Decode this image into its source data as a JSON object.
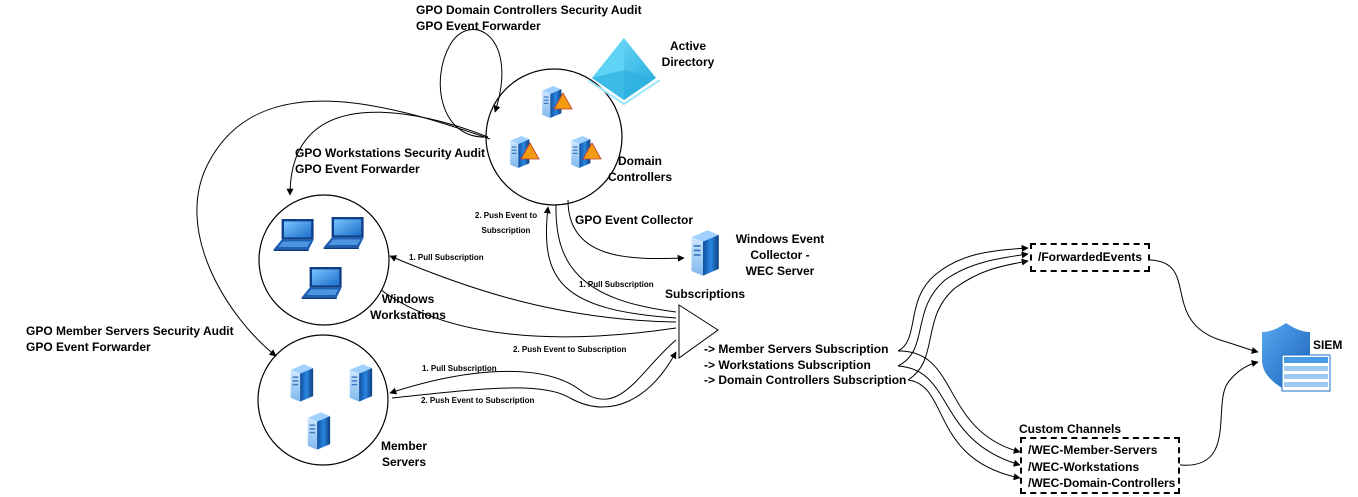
{
  "labels": {
    "gpo_dc_line1": "GPO Domain Controllers Security Audit",
    "gpo_dc_line2": "GPO Event Forwarder",
    "active_directory_line1": "Active",
    "active_directory_line2": "Directory",
    "gpo_ws_line1": "GPO Workstations Security Audit",
    "gpo_ws_line2": "GPO Event Forwarder",
    "domain_controllers_line1": "Domain",
    "domain_controllers_line2": "Controllers",
    "gpo_event_collector": "GPO Event Collector",
    "wec_line1": "Windows Event",
    "wec_line2": "Collector  -",
    "wec_line3": "WEC Server",
    "windows_workstations_line1": "Windows",
    "windows_workstations_line2": "Workstations",
    "subscriptions": "Subscriptions",
    "gpo_ms_line1": "GPO Member Servers Security Audit",
    "gpo_ms_line2": "GPO Event Forwarder",
    "member_servers_line1": "Member",
    "member_servers_line2": "Servers",
    "sub_member_servers": "-> Member Servers Subscription",
    "sub_workstations": "-> Workstations Subscription",
    "sub_domain_controllers": "-> Domain Controllers Subscription",
    "custom_channels": "Custom Channels",
    "siem": "SIEM"
  },
  "edge_labels": {
    "push_dc_line1": "2. Push Event to",
    "push_dc_line2": "Subscription",
    "pull_ws": "1. Pull Subscription",
    "pull_dc": "1. Pull Subscription",
    "push_ws": "2. Push Event to Subscription",
    "pull_ms": "1. Pull Subscription",
    "push_ms": "2. Push Event to Subscription"
  },
  "channels": {
    "forwarded_events": "/ForwardedEvents",
    "custom": [
      "/WEC-Member-Servers",
      "/WEC-Workstations",
      "/WEC-Domain-Controllers"
    ]
  },
  "icons": {
    "active_directory": "active-directory-pyramid-icon",
    "domain_controller": "domain-controller-server-icon",
    "workstation": "laptop-icon",
    "member_server": "server-icon",
    "wec_server": "server-icon",
    "siem": "shield-icon"
  },
  "colors": {
    "server_blue": "#1a6fc4",
    "server_light": "#5aa9ec",
    "warning_orange": "#f39c12",
    "ad_cyan": "#3cc3ec",
    "siem_blue": "#2e86de",
    "line": "#000000"
  }
}
